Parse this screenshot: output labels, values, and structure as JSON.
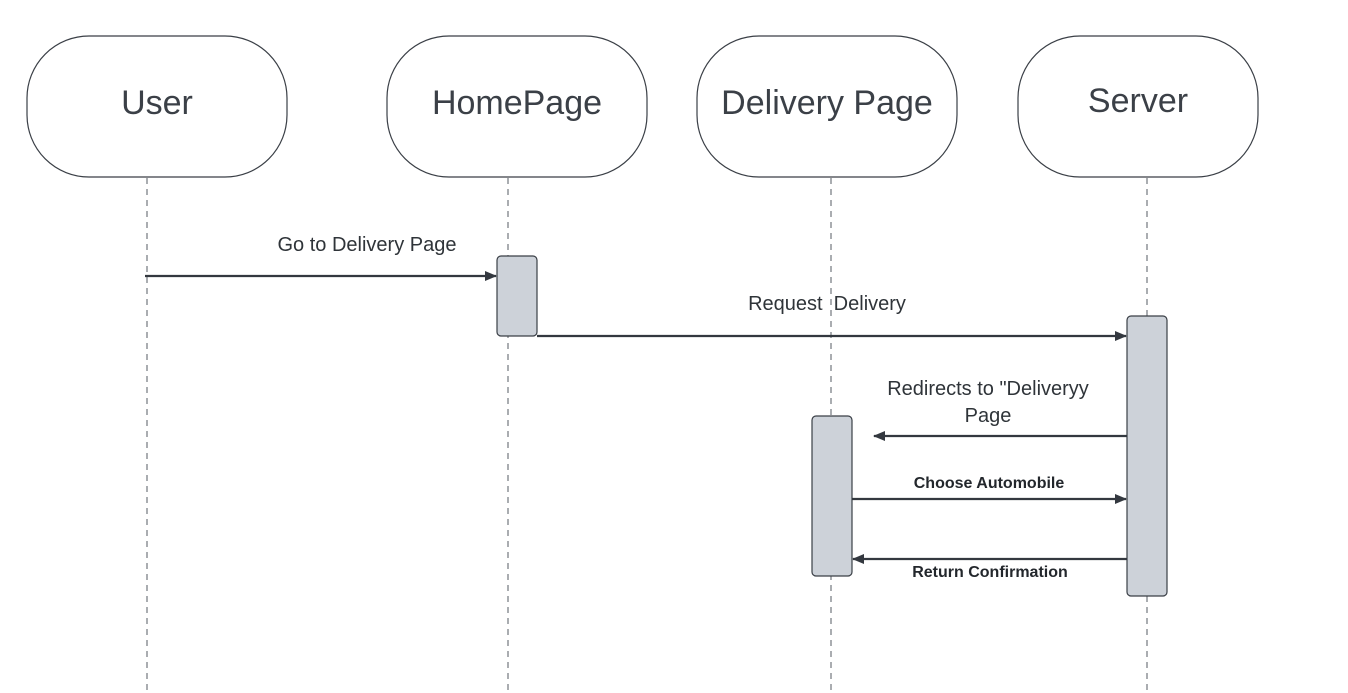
{
  "actors": [
    {
      "id": "user",
      "label": "User"
    },
    {
      "id": "homepage",
      "label": "HomePage"
    },
    {
      "id": "delivery",
      "label": "Delivery Page"
    },
    {
      "id": "server",
      "label": "Server"
    }
  ],
  "messages": [
    {
      "id": "go-to-delivery",
      "label_lines": [
        "Go to Delivery Page"
      ],
      "bold": false
    },
    {
      "id": "request-delivery",
      "label_lines": [
        "Request  Delivery"
      ],
      "bold": false
    },
    {
      "id": "redirects",
      "label_lines": [
        "Redirects to \"Deliveryy",
        "Page"
      ],
      "bold": false
    },
    {
      "id": "choose-automobile",
      "label_lines": [
        "Choose Automobile"
      ],
      "bold": true
    },
    {
      "id": "return-confirmation",
      "label_lines": [
        "Return Confirmation"
      ],
      "bold": true
    }
  ]
}
